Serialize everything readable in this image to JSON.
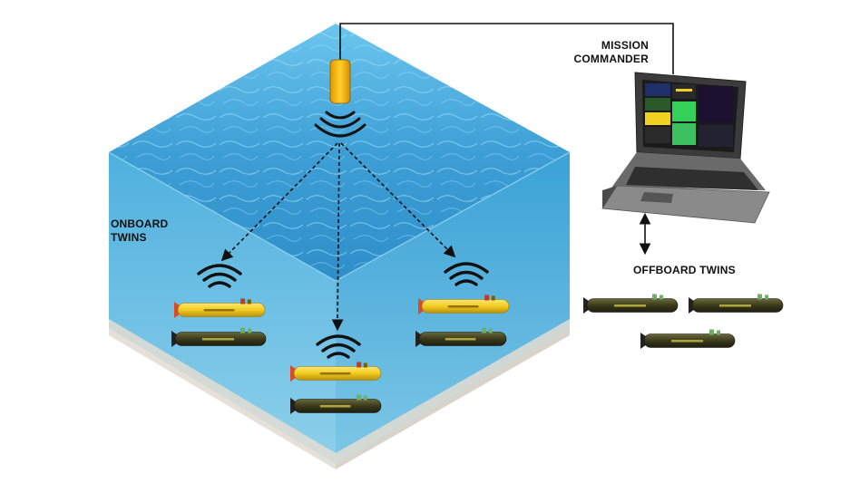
{
  "labels": {
    "mission_commander": [
      "MISSION",
      "COMMANDER"
    ],
    "onboard_twins": [
      "ONBOARD",
      "TWINS"
    ],
    "offboard_twins": "OFFBOARD TWINS"
  },
  "colors": {
    "water_surface": "#3f9fd4",
    "water_side": "#63bde3",
    "seabed": "#e9e4dc",
    "buoy": "#f5b800",
    "auv_yellow": "#f2cf2a",
    "auv_dark": "#3a3a1c",
    "auv_fin": "#d94a2a",
    "laptop": "#2b2b2b"
  },
  "icons": [
    "buoy-icon",
    "wifi-signal-icon",
    "auv-icon",
    "laptop-icon"
  ],
  "links": [
    {
      "from": "buoy",
      "to": "onboard-group-left",
      "style": "dashed-arrow"
    },
    {
      "from": "buoy",
      "to": "onboard-group-center",
      "style": "dashed-arrow"
    },
    {
      "from": "buoy",
      "to": "onboard-group-right",
      "style": "dashed-arrow"
    },
    {
      "from": "buoy",
      "to": "mission-commander-laptop",
      "style": "cable"
    },
    {
      "from": "mission-commander-laptop",
      "to": "offboard-twins",
      "style": "double-arrow"
    }
  ]
}
